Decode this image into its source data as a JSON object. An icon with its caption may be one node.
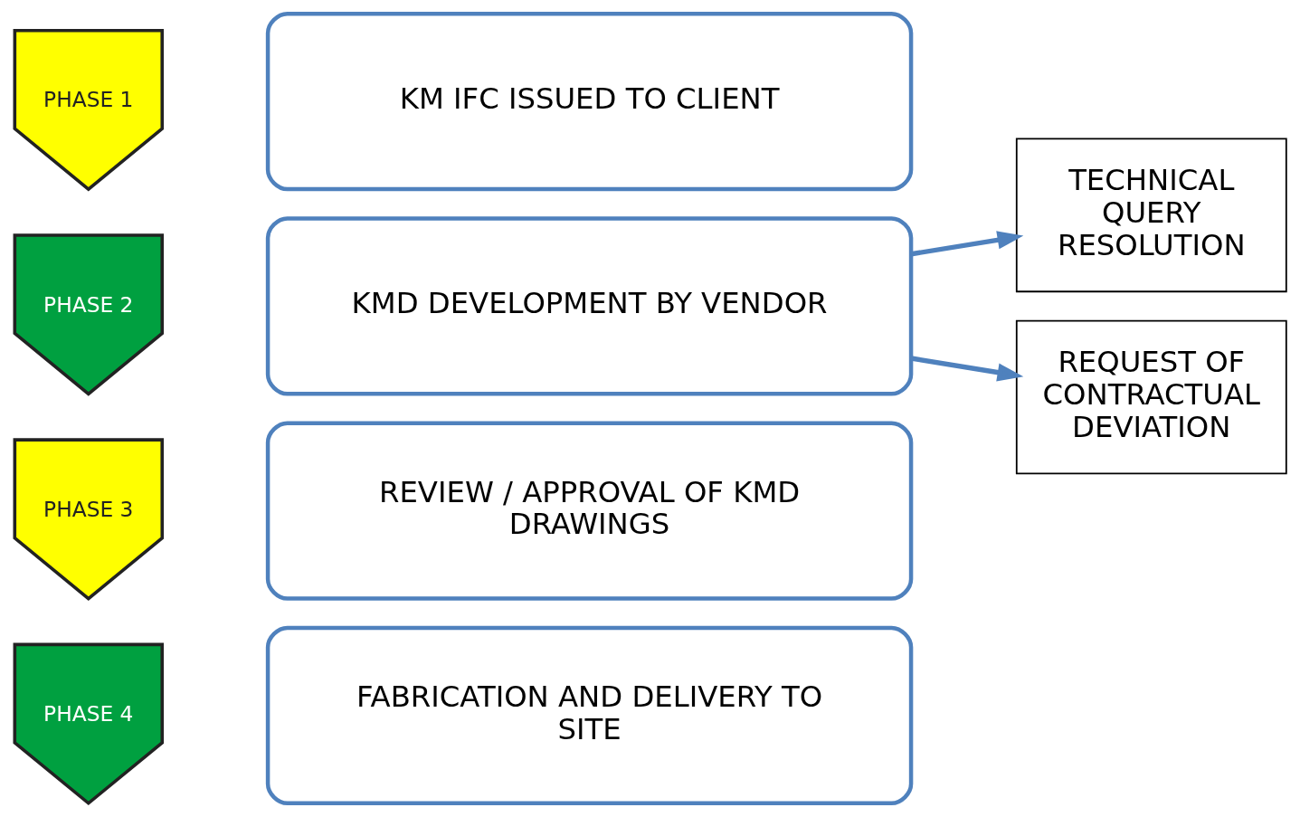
{
  "diagram": {
    "nodes": [
      {
        "text": [
          "PHASE 1"
        ]
      },
      {
        "text": [
          "KM IFC ISSUED TO CLIENT"
        ]
      },
      {
        "text": [
          "PHASE 2"
        ]
      },
      {
        "text": [
          "KMD DEVELOPMENT BY VENDOR"
        ]
      },
      {
        "text": [
          "PHASE 3"
        ]
      },
      {
        "text": [
          "REVIEW / APPROVAL OF KMD DRAWINGS"
        ]
      },
      {
        "text": [
          "PHASE 4"
        ]
      },
      {
        "text": [
          "FABRICATION AND DELIVERY TO SITE"
        ]
      },
      {
        "text": [
          "TECHNICAL QUERY RESOLUTION"
        ]
      },
      {
        "text": [
          "REQUEST OF CONTRACTUAL DEVIATION"
        ]
      }
    ],
    "edges": [
      {
        "from": 3,
        "to": 8,
        "arrow": "to"
      },
      {
        "from": 3,
        "to": 9,
        "arrow": "to"
      }
    ]
  }
}
